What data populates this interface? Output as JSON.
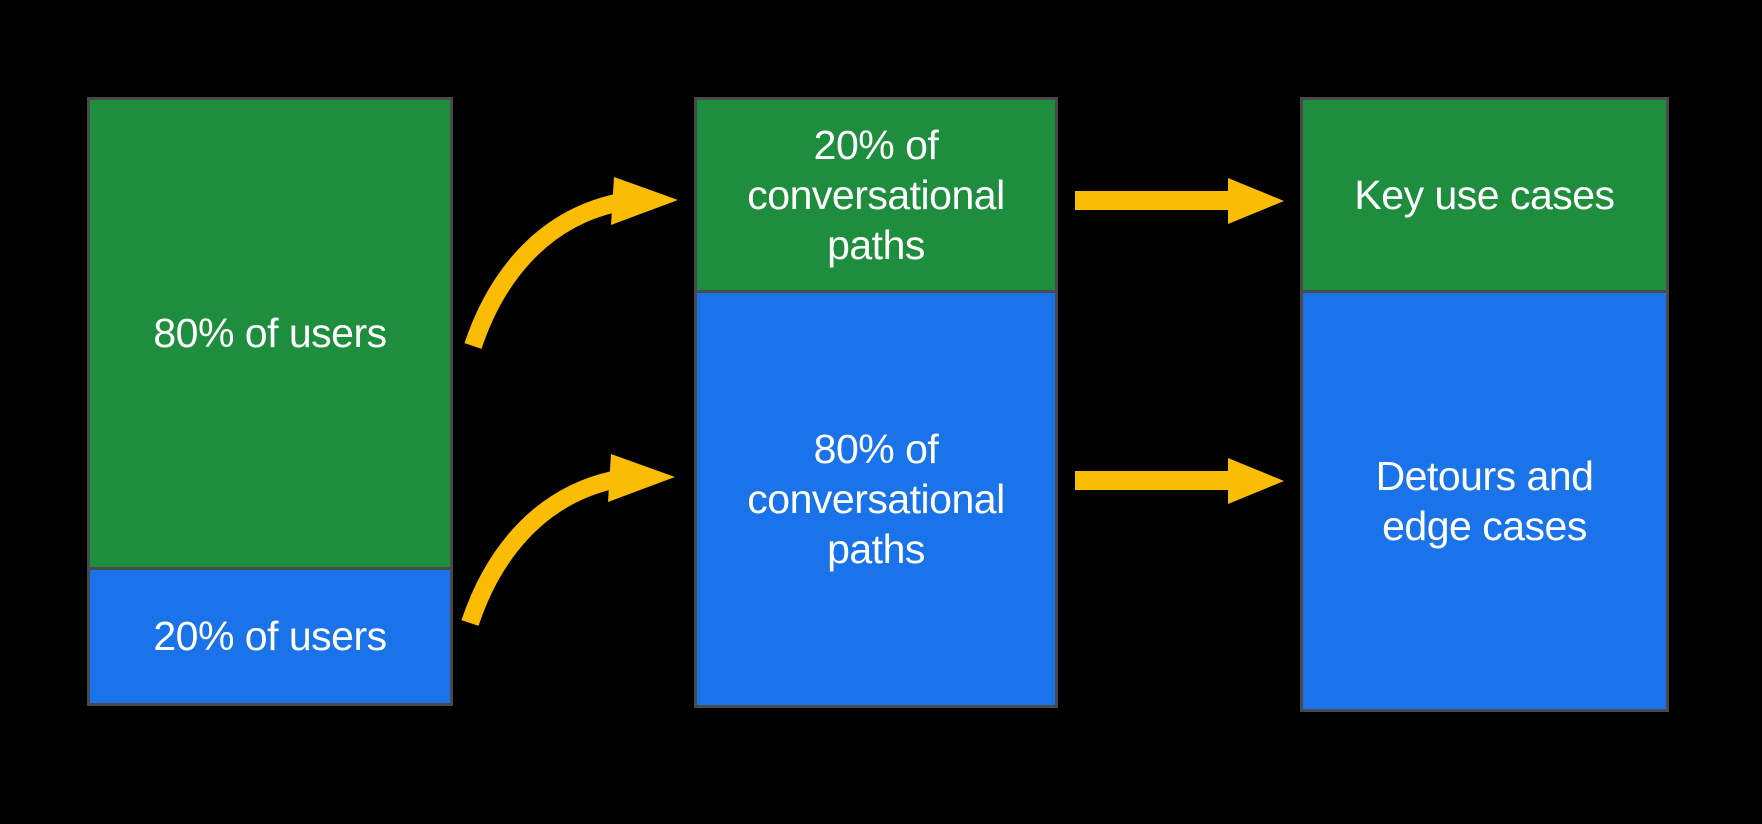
{
  "colors": {
    "bg": "#000000",
    "green": "#1E8E3E",
    "blue": "#1A73E8",
    "arrow": "#FBBC04",
    "border": "#4A4A4C",
    "text": "#FFFFFF"
  },
  "diagram": {
    "columns": [
      {
        "name": "users",
        "segments": [
          {
            "color": "green",
            "label": "80% of users"
          },
          {
            "color": "blue",
            "label": "20% of users"
          }
        ]
      },
      {
        "name": "conversational-paths",
        "segments": [
          {
            "color": "green",
            "label": "20% of\nconversational\npaths"
          },
          {
            "color": "blue",
            "label": "80% of\nconversational\npaths"
          }
        ]
      },
      {
        "name": "use-cases",
        "segments": [
          {
            "color": "green",
            "label": "Key use cases"
          },
          {
            "color": "blue",
            "label": "Detours and\nedge cases"
          }
        ]
      }
    ],
    "arrows": [
      {
        "name": "curved-arrow-80pct-users-to-20pct-paths"
      },
      {
        "name": "curved-arrow-20pct-users-to-80pct-paths"
      },
      {
        "name": "straight-arrow-20pct-paths-to-key-use-cases"
      },
      {
        "name": "straight-arrow-80pct-paths-to-detours"
      }
    ]
  }
}
